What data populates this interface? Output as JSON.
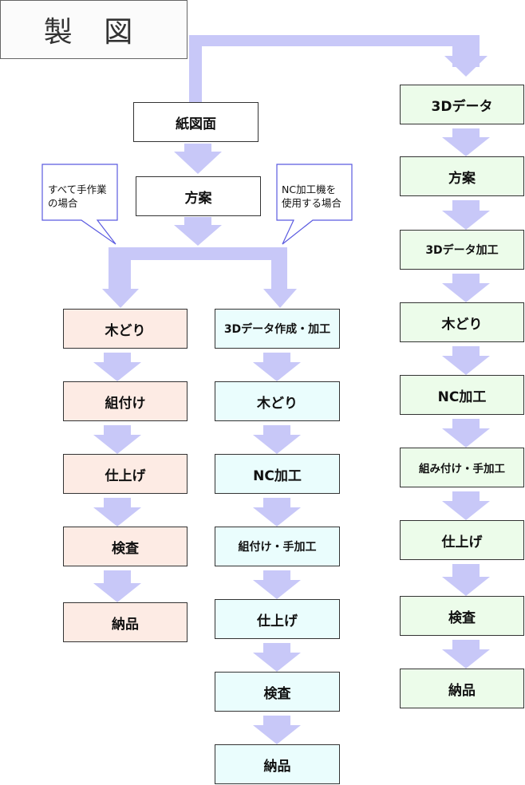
{
  "title": "製 図",
  "colors": {
    "arrow": "#c8c8f8",
    "callout_border": "#5a5ae0",
    "pink": "#fdebe4",
    "cyan": "#eafdfd",
    "green": "#ecfcea"
  },
  "top_flow": {
    "drawing": "紙図面",
    "plan": "方案"
  },
  "callouts": {
    "manual": [
      "すべて手作業",
      "の場合"
    ],
    "nc": [
      "NC加工機を",
      "使用する場合"
    ]
  },
  "manual_flow": [
    "木どり",
    "組付け",
    "仕上げ",
    "検査",
    "納品"
  ],
  "nc_flow": [
    "3Dデータ作成・加工",
    "木どり",
    "NC加工",
    "組付け・手加工",
    "仕上げ",
    "検査",
    "納品"
  ],
  "data3d_flow": [
    "3Dデータ",
    "方案",
    "3Dデータ加工",
    "木どり",
    "NC加工",
    "組み付け・手加工",
    "仕上げ",
    "検査",
    "納品"
  ]
}
